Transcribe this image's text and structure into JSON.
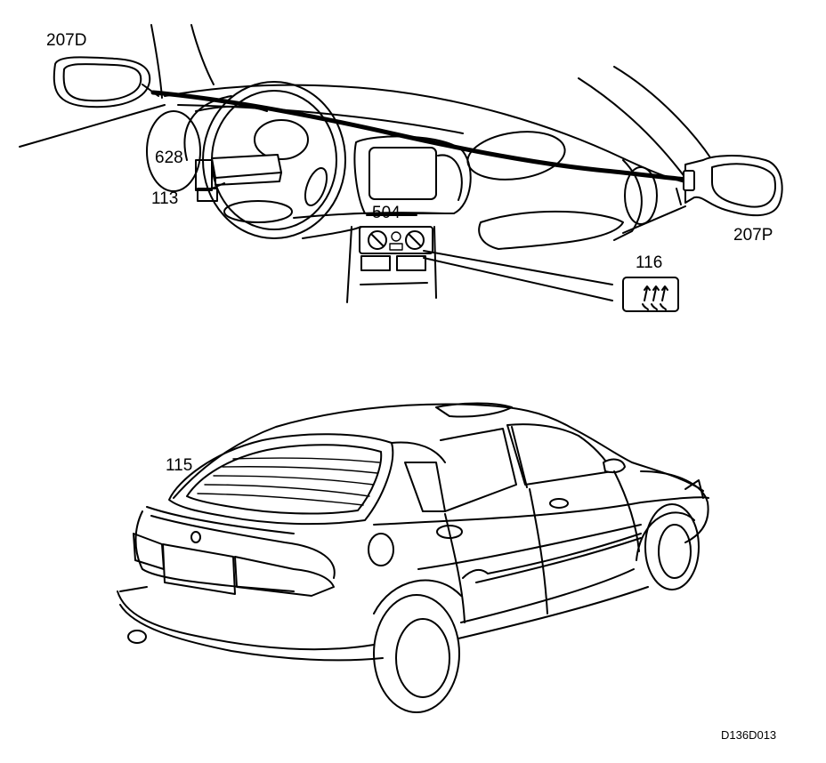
{
  "labels": {
    "mirror_left": "207D",
    "mirror_right": "207P",
    "part_628": "628",
    "part_113": "113",
    "part_504": "504",
    "part_116": "116",
    "part_115": "115"
  },
  "figure_code": "D136D013",
  "icons": {
    "defrost": "rear-defrost-icon"
  }
}
